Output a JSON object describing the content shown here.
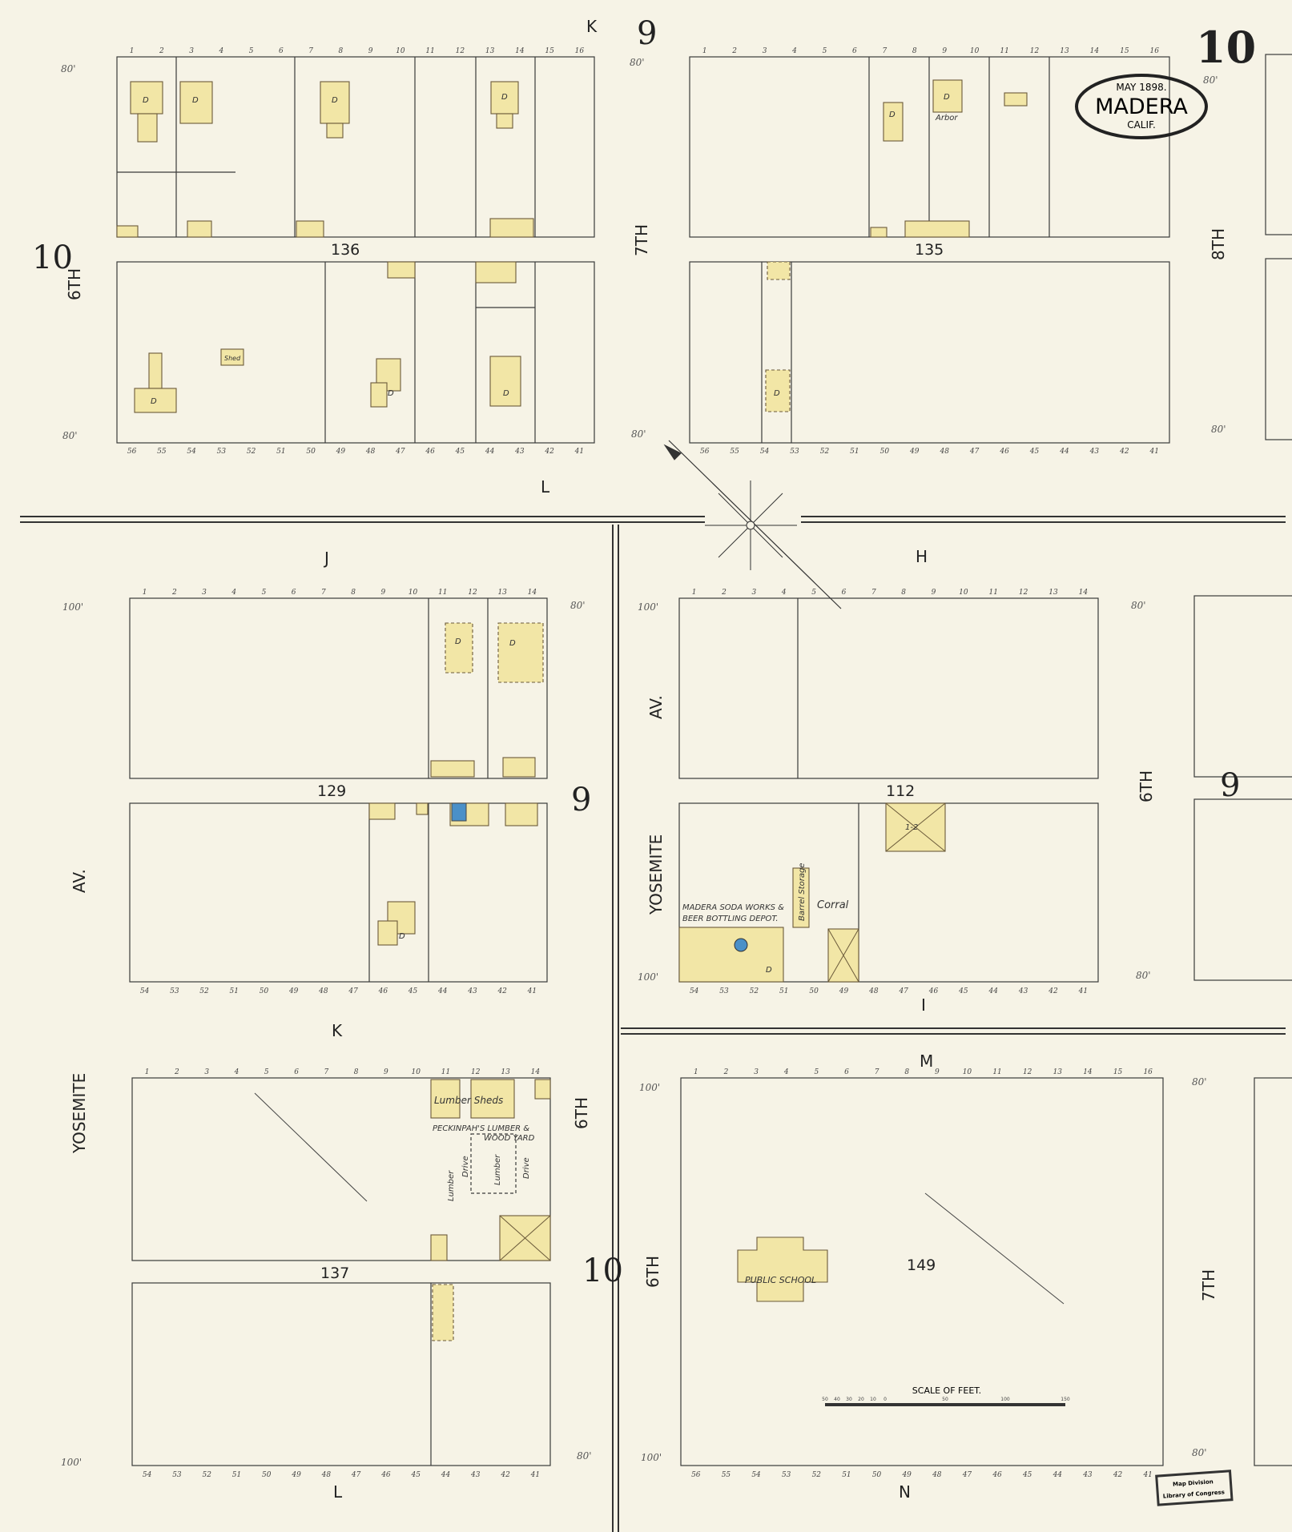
{
  "sheet_number": "10",
  "cartouche": {
    "date": "MAY 1898.",
    "city": "MADERA",
    "state": "CALIF."
  },
  "adjacent_sheets": {
    "left_top": "10",
    "top_center": "9",
    "mid_center": "9",
    "mid_right": "9",
    "bottom_center": "10"
  },
  "streets": {
    "k_top": "K",
    "l_top": "L",
    "seventh_top": "7TH",
    "sixth_top": "6TH",
    "eighth_top": "8TH",
    "j": "J",
    "h": "H",
    "av_left": "AV.",
    "yosemite_mid": "YOSEMITE",
    "av_mid": "AV.",
    "sixth_mid": "6TH",
    "k_mid": "K",
    "i": "I",
    "m": "M",
    "yosemite_left": "YOSEMITE",
    "sixth_bottom_left": "6TH",
    "sixth_bottom": "6TH",
    "seventh_bottom": "7TH",
    "l_bottom": "L",
    "n": "N"
  },
  "blocks": [
    {
      "number": "136",
      "top_lots": [
        1,
        16
      ],
      "bottom_lots": [
        56,
        41
      ]
    },
    {
      "number": "135",
      "top_lots": [
        1,
        16
      ],
      "bottom_lots": [
        56,
        41
      ]
    },
    {
      "number": "129",
      "top_lots": [
        1,
        14
      ],
      "bottom_lots": [
        54,
        41
      ]
    },
    {
      "number": "112",
      "top_lots": [
        1,
        14
      ],
      "bottom_lots": [
        54,
        41
      ]
    },
    {
      "number": "137",
      "top_lots": [
        1,
        14
      ],
      "bottom_lots": [
        54,
        41
      ]
    },
    {
      "number": "149",
      "top_lots": [
        1,
        16
      ],
      "bottom_lots": [
        56,
        41
      ]
    }
  ],
  "labels": {
    "soda_works": "MADERA SODA WORKS &",
    "soda_works_2": "BEER BOTTLING DEPOT.",
    "barrel_storage": "Barrel Storage",
    "corral": "Corral",
    "lumber_sheds": "Lumber Sheds",
    "lumber_yard": "PECKINPAH'S LUMBER &",
    "lumber_yard_2": "WOOD YARD",
    "lumber": "Lumber",
    "drive": "Drive",
    "public_school": "PUBLIC SCHOOL",
    "arbor": "Arbor",
    "shed": "Shed",
    "dwelling": "D",
    "hall": "1-2",
    "dim_80": "80'",
    "dim_100": "100'"
  },
  "scale": {
    "title": "SCALE OF FEET.",
    "ticks": [
      "50",
      "40",
      "30",
      "20",
      "10",
      "0",
      "50",
      "100",
      "150"
    ]
  },
  "stamp": {
    "line1": "Map Division",
    "line2": "Library of Congress"
  },
  "colors": {
    "paper": "#f6f3e6",
    "frame_building": "#f2e6a6",
    "water_tank": "#4a90c8",
    "ink": "#2a2a2a"
  }
}
